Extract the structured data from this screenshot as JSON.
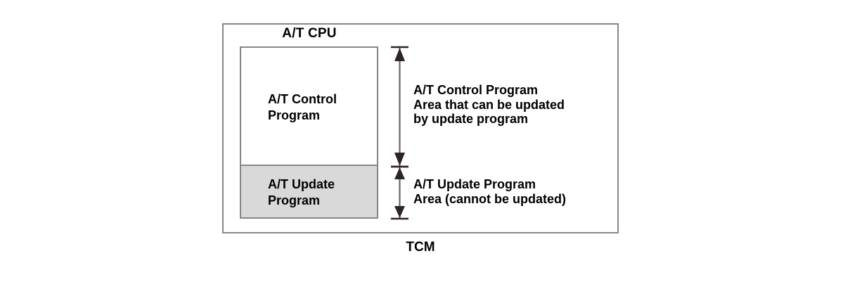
{
  "diagram": {
    "title_caption": "A/T CPU",
    "footer_caption": "TCM",
    "colors": {
      "border": "#8a8585",
      "shaded_region": "#d9d9d9",
      "background": "#ffffff",
      "text": "#000000",
      "arrow": "#2e2522"
    },
    "inner_box": {
      "regions": [
        {
          "id": "control-program",
          "label": "A/T Control\nProgram",
          "fill": "white"
        },
        {
          "id": "update-program",
          "label": "A/T Update\nProgram",
          "fill": "gray"
        }
      ]
    },
    "annotations": [
      {
        "id": "control-program-annotation",
        "text": "A/T Control Program\nArea that can be updated\nby update program"
      },
      {
        "id": "update-program-annotation",
        "text": "A/T Update Program\nArea (cannot be updated)"
      }
    ],
    "dimension_lines": [
      {
        "id": "control-program-extent",
        "arrow_top": "up-arrowhead-icon",
        "arrow_bottom": "down-arrowhead-icon"
      },
      {
        "id": "update-program-extent",
        "arrow_top": "up-arrowhead-icon",
        "arrow_bottom": "down-arrowhead-icon"
      }
    ]
  }
}
